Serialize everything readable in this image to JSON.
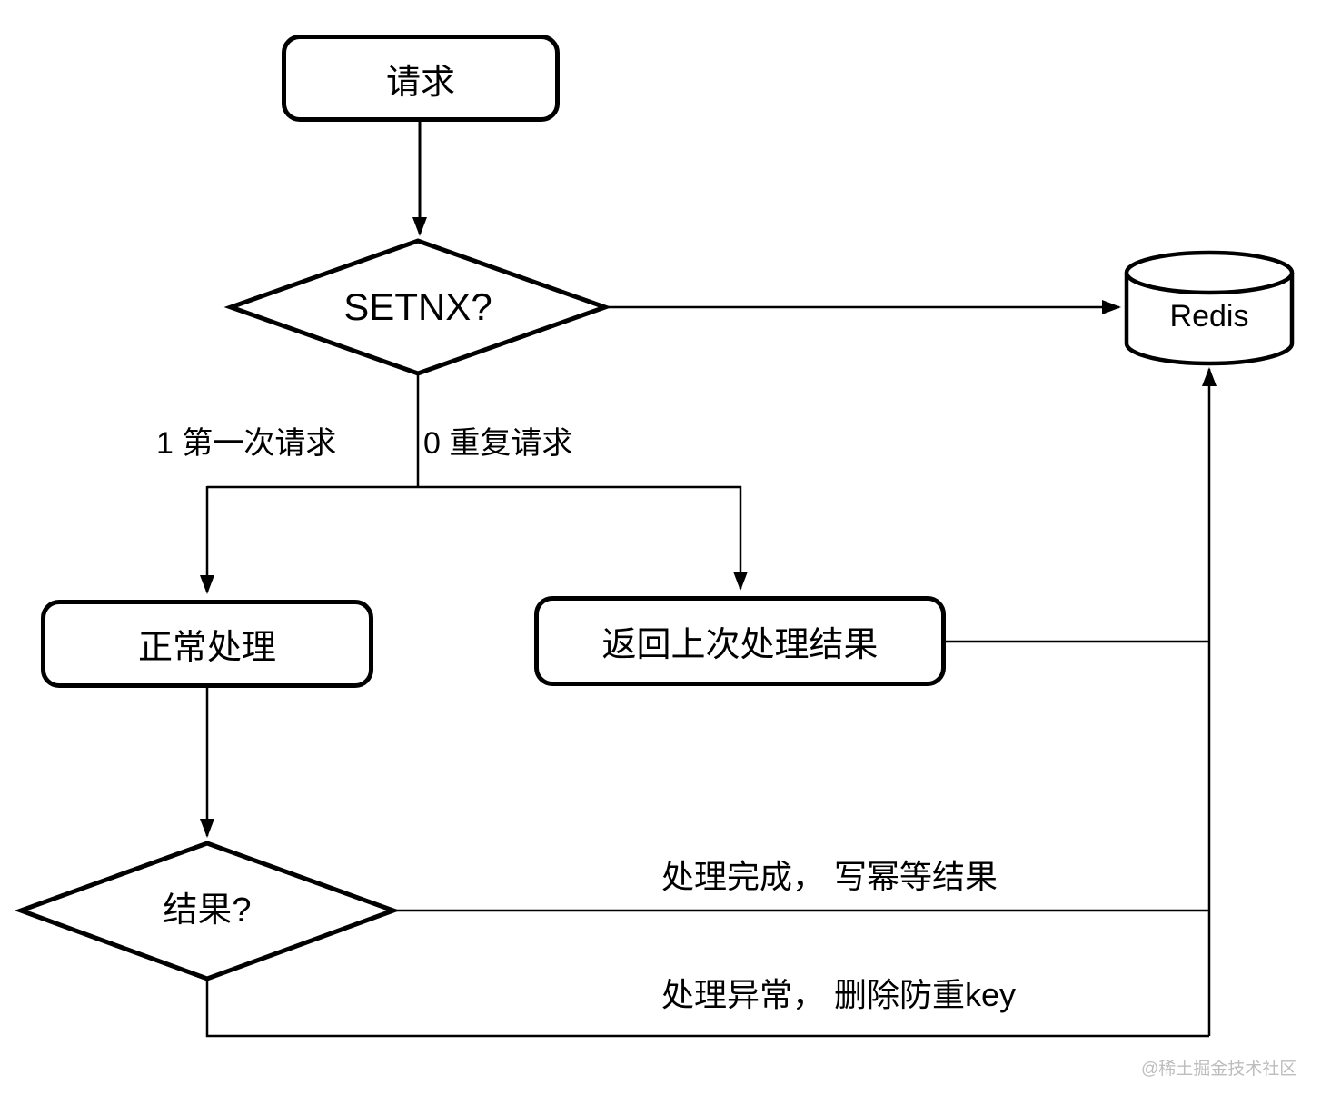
{
  "diagram": {
    "nodes": {
      "request": {
        "label": "请求",
        "type": "rounded-rect"
      },
      "setnx": {
        "label": "SETNX?",
        "type": "decision-diamond"
      },
      "redis": {
        "label": "Redis",
        "type": "database-cylinder"
      },
      "normal_process": {
        "label": "正常处理",
        "type": "rounded-rect"
      },
      "return_previous": {
        "label": "返回上次处理结果",
        "type": "rounded-rect"
      },
      "result": {
        "label": "结果?",
        "type": "decision-diamond"
      }
    },
    "edge_labels": {
      "first_request": "1 第一次请求",
      "repeat_request": "0 重复请求",
      "success": "处理完成， 写幂等结果",
      "failure": "处理异常， 删除防重key"
    },
    "watermark": "@稀土掘金技术社区",
    "colors": {
      "stroke": "#000000",
      "background": "#ffffff",
      "watermark": "#bdbdbd"
    }
  }
}
